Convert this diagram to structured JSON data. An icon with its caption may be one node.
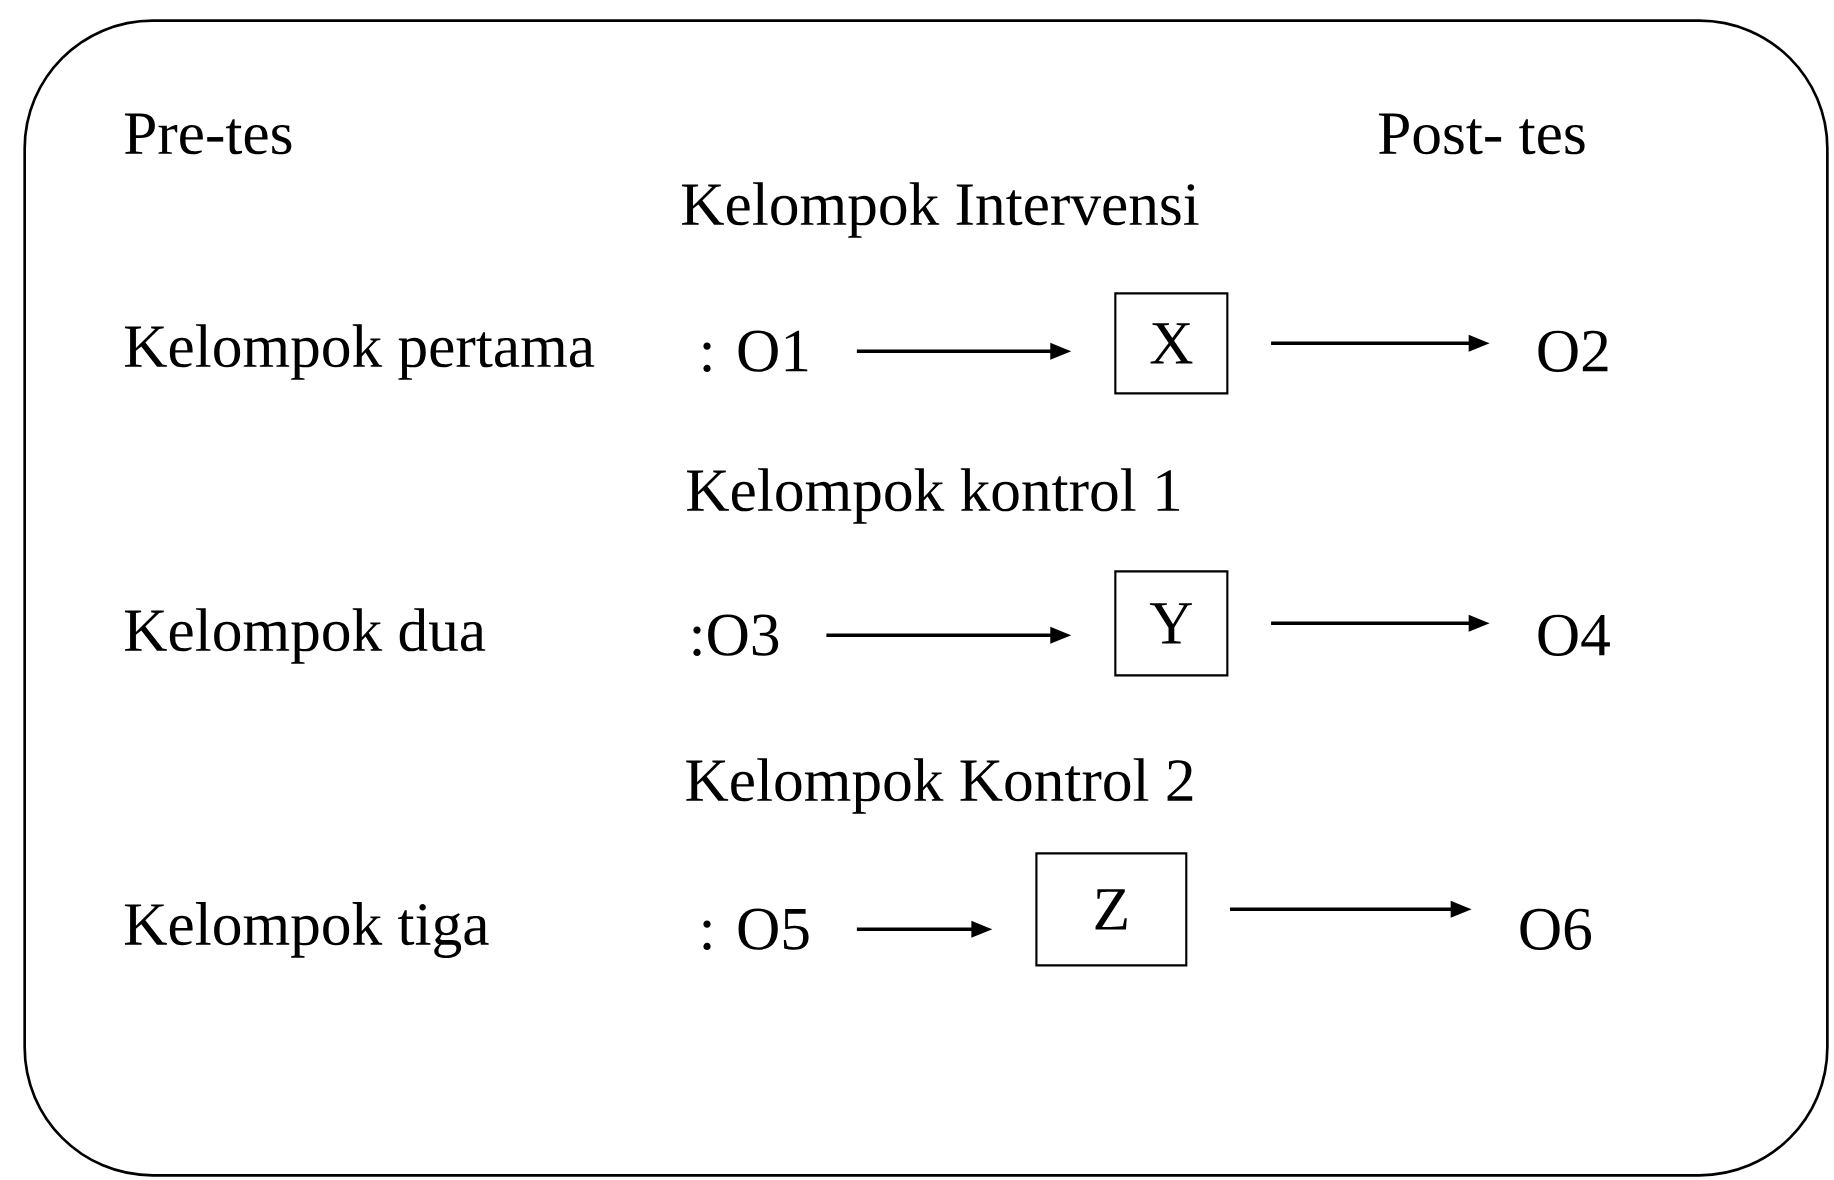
{
  "diagram": {
    "nodes": [
      {
        "text": [],
        "shape": "box"
      },
      {
        "text": [
          ": O1"
        ],
        "in": 0
      },
      {
        "text": [
          "X"
        ],
        "in": 0
      },
      {
        "text": [
          "O2"
        ],
        "in": 0
      },
      {
        "text": [
          ":O3"
        ],
        "in": 0
      },
      {
        "text": [
          "Y"
        ],
        "in": 0
      },
      {
        "text": [
          "O4"
        ],
        "in": 0
      },
      {
        "text": [
          ": O5"
        ],
        "in": 0
      },
      {
        "text": [
          "Z"
        ],
        "in": 0
      },
      {
        "text": [
          "O6"
        ],
        "in": 0
      }
    ],
    "edges": [
      {
        "from": 1,
        "to": 2,
        "arrow": "to"
      },
      {
        "from": 2,
        "to": 3,
        "arrow": "to"
      },
      {
        "from": 4,
        "to": 5,
        "arrow": "to"
      },
      {
        "from": 5,
        "to": 6,
        "arrow": "to"
      },
      {
        "from": 7,
        "to": 8,
        "arrow": "to"
      },
      {
        "from": 8,
        "to": 9,
        "arrow": "to"
      }
    ],
    "labels": [
      "Pre-tes",
      "Post- tes",
      "Kelompok Intervensi",
      "Kelompok pertama",
      "Kelompok kontrol 1",
      "Kelompok dua",
      "Kelompok Kontrol 2",
      "Kelompok tiga"
    ]
  }
}
